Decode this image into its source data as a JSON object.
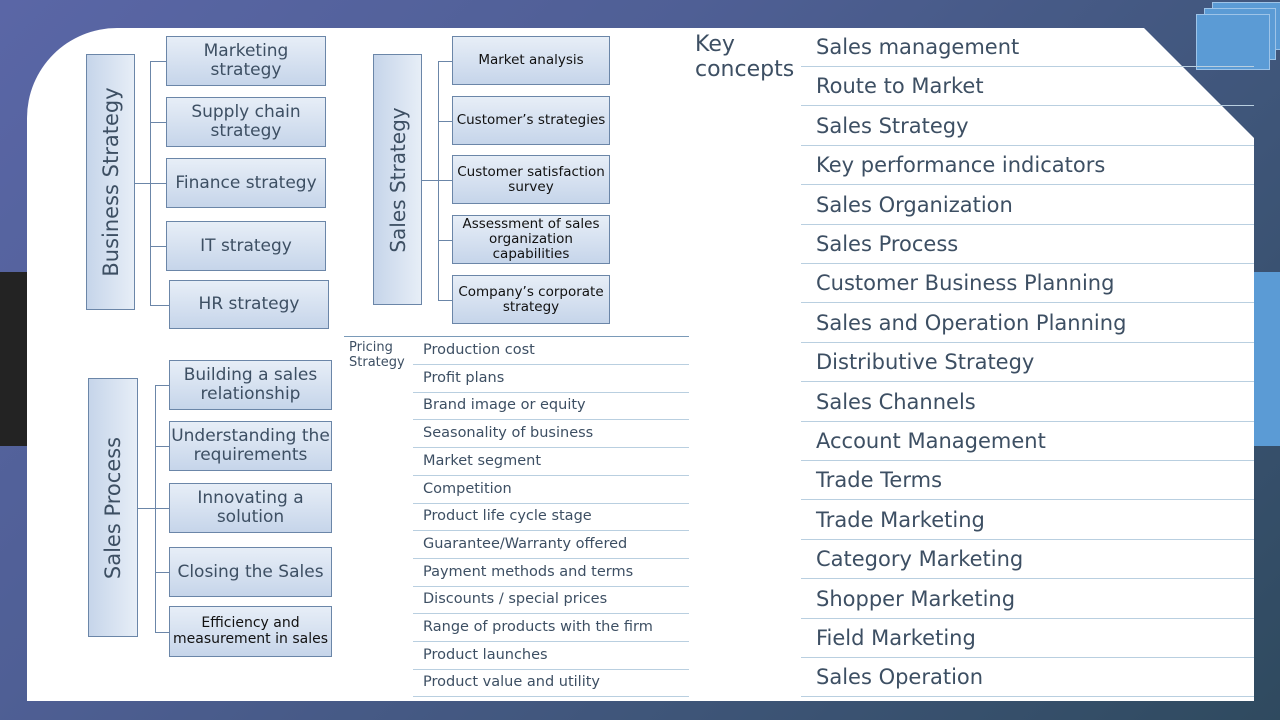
{
  "business_strategy": {
    "title": "Business  Strategy",
    "items": [
      "Marketing strategy",
      "Supply chain strategy",
      "Finance strategy",
      "IT strategy",
      "HR strategy"
    ]
  },
  "sales_strategy": {
    "title": "Sales  Strategy",
    "items": [
      "Market analysis",
      "Customer’s strategies",
      "Customer satisfaction survey",
      "Assessment of sales organization capabilities",
      "Company’s corporate strategy"
    ]
  },
  "sales_process": {
    "title": "Sales Process",
    "items": [
      "Building a sales relationship",
      "Understanding the requirements",
      "Innovating a solution",
      "Closing the Sales",
      "Efficiency and measurement  in sales"
    ]
  },
  "pricing_strategy": {
    "title": "Pricing Strategy",
    "items": [
      "Production cost",
      "Profit plans",
      "Brand image or equity",
      "Seasonality of business",
      "Market segment",
      "Competition",
      "Product life cycle stage",
      "Guarantee/Warranty  offered",
      "Payment methods and terms",
      "Discounts / special prices",
      "Range of products with the firm",
      "Product launches",
      "Product value and utility"
    ]
  },
  "key_concepts": {
    "title": "Key concepts",
    "items": [
      "Sales management",
      "Route to Market",
      "Sales Strategy",
      "Key performance indicators",
      "Sales Organization",
      "Sales Process",
      "Customer Business Planning",
      "Sales and Operation Planning",
      "Distributive Strategy",
      "Sales Channels",
      "Account Management",
      "Trade Terms",
      "Trade Marketing",
      "Category Marketing",
      "Shopper Marketing",
      "Field Marketing",
      "Sales Operation"
    ]
  },
  "colors": {
    "accent": "#5b9bd5",
    "box_text": "#3d4f63",
    "border": "#6b86a8"
  }
}
